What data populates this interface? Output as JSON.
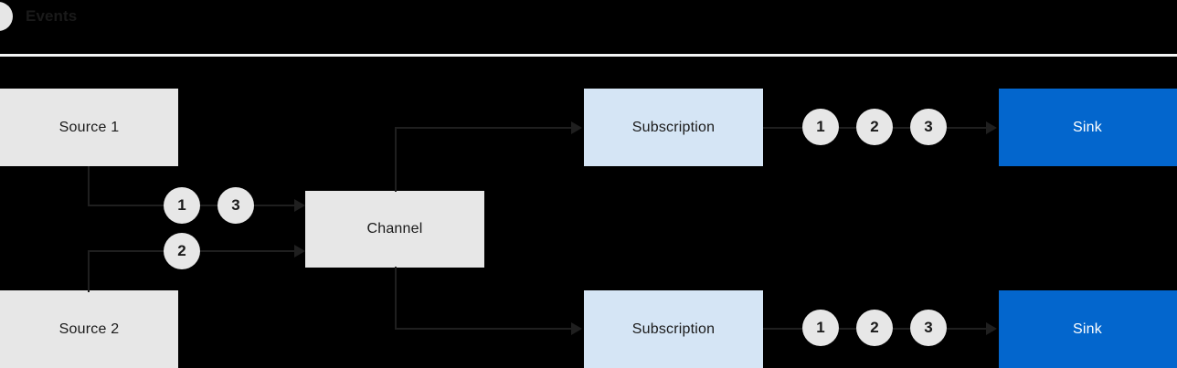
{
  "legend": {
    "icon": "event-circle-icon",
    "label": "Events",
    "dot_color": "#E6E6E6"
  },
  "colors": {
    "background": "#000000",
    "divider": "#F2F4F4",
    "source_fill": "#E7E7E7",
    "channel_fill": "#E7E7E7",
    "subscription_fill": "#D5E5F5",
    "sink_fill": "#0366CD",
    "sink_text": "#FFFFFF",
    "line": "#1F1F1F",
    "token_fill": "#E7E7E7",
    "text": "#1A1A1A"
  },
  "nodes": {
    "source_1": {
      "label": "Source 1",
      "kind": "source"
    },
    "source_2": {
      "label": "Source 2",
      "kind": "source"
    },
    "channel": {
      "label": "Channel",
      "kind": "channel"
    },
    "subscription_top": {
      "label": "Subscription",
      "kind": "subscription"
    },
    "subscription_bottom": {
      "label": "Subscription",
      "kind": "subscription"
    },
    "sink_top": {
      "label": "Sink",
      "kind": "sink"
    },
    "sink_bottom": {
      "label": "Sink",
      "kind": "sink"
    }
  },
  "tokens": {
    "ingress_top": [
      "1",
      "3"
    ],
    "ingress_bottom": [
      "2"
    ],
    "egress_top": [
      "1",
      "2",
      "3"
    ],
    "egress_bottom": [
      "1",
      "2",
      "3"
    ]
  }
}
